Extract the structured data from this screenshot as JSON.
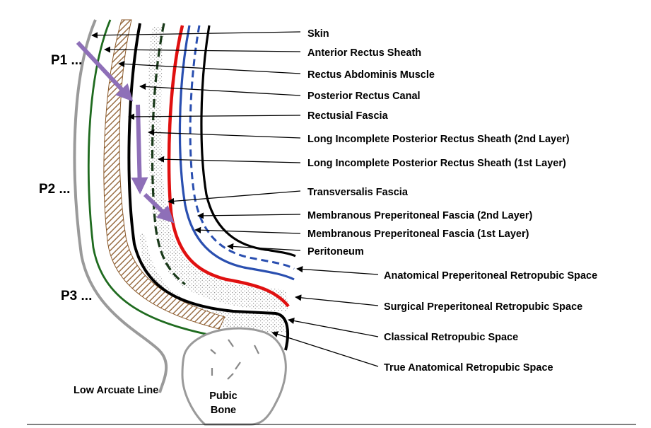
{
  "labels": {
    "skin": "Skin",
    "anterior_rectus_sheath": "Anterior Rectus Sheath",
    "rectus_abdominis_muscle": "Rectus Abdominis Muscle",
    "posterior_rectus_canal": "Posterior Rectus Canal",
    "rectusial_fascia": "Rectusial Fascia",
    "long_incomplete_prs_2nd": "Long Incomplete Posterior Rectus Sheath (2nd Layer)",
    "long_incomplete_prs_1st": "Long Incomplete Posterior Rectus Sheath (1st Layer)",
    "transversalis_fascia": "Transversalis Fascia",
    "membranous_preperitoneal_2nd": "Membranous Preperitoneal Fascia (2nd Layer)",
    "membranous_preperitoneal_1st": "Membranous Preperitoneal Fascia (1st Layer)",
    "peritoneum": "Peritoneum",
    "anatomical_preperitoneal_retropubic": "Anatomical Preperitoneal Retropubic Space",
    "surgical_preperitoneal_retropubic": "Surgical Preperitoneal Retropubic Space",
    "classical_retropubic": "Classical Retropubic Space",
    "true_anatomical_retropubic": "True Anatomical Retropubic Space",
    "low_arcuate_line": "Low Arcuate Line",
    "pubic_bone_line1": "Pubic",
    "pubic_bone_line2": "Bone",
    "p1": "P1 ...",
    "p2": "P2 ...",
    "p3": "P3 ..."
  },
  "colors": {
    "skin_line": "#9a9a9a",
    "anterior_sheath_line": "#1f6b1f",
    "muscle_hatch": "#8b5a2b",
    "fascia_black": "#000000",
    "dashed_green": "#1a3a1a",
    "transversalis_red": "#e01010",
    "membranous_blue": "#2a4fb0",
    "arrow_purple": "#8e6fb8",
    "bone_outline": "#9a9a9a"
  }
}
